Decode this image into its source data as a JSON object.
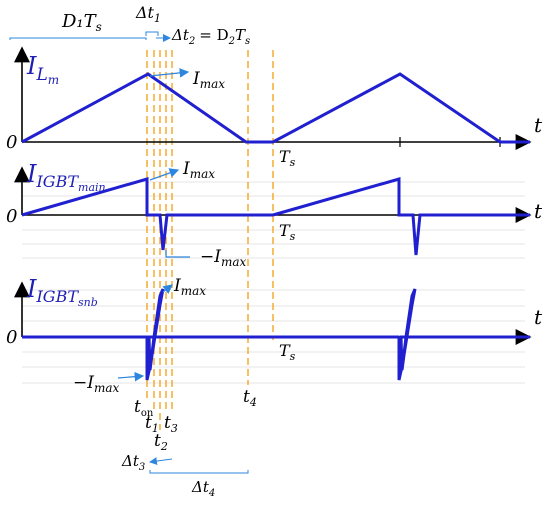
{
  "colors": {
    "waveform": "#2020d0",
    "guide": "#f5a623",
    "annotation": "#2e86de",
    "axis": "#000000",
    "grid": "#d8d8d8",
    "label_main": "#1f1fb4"
  },
  "top_annotations": {
    "d1ts": "D₁T",
    "d1ts_sub": "s",
    "dt1": "Δt",
    "dt1_sub": "1",
    "dt2": "Δt",
    "dt2_sub": "2",
    "dt2_eq": "= D",
    "dt2_eq_sub": "2",
    "dt2_ts": "T",
    "dt2_ts_sub": "s"
  },
  "panels": [
    {
      "name_main": "I",
      "name_sub": "L",
      "name_subsub": "m",
      "zero": "0",
      "axis_var": "t",
      "imax": "I",
      "imax_sub": "max",
      "ts": "T",
      "ts_sub": "s"
    },
    {
      "name_main": "I",
      "name_sub": "IGBT",
      "name_subsub": "main",
      "zero": "0",
      "axis_var": "t",
      "imax": "I",
      "imax_sub": "max",
      "neg_imax": "−I",
      "neg_imax_sub": "max",
      "ts": "T",
      "ts_sub": "s"
    },
    {
      "name_main": "I",
      "name_sub": "IGBT",
      "name_subsub": "snb",
      "zero": "0",
      "axis_var": "t",
      "imax": "I",
      "imax_sub": "max",
      "neg_imax": "−I",
      "neg_imax_sub": "max",
      "ts": "T",
      "ts_sub": "s"
    }
  ],
  "bottom_annotations": {
    "t_on": "t",
    "t_on_sub": "on",
    "t1": "t",
    "t1_sub": "1",
    "t2": "t",
    "t2_sub": "2",
    "t3": "t",
    "t3_sub": "3",
    "t4": "t",
    "t4_sub": "4",
    "dt3": "Δt",
    "dt3_sub": "3",
    "dt4": "Δt",
    "dt4_sub": "4"
  }
}
